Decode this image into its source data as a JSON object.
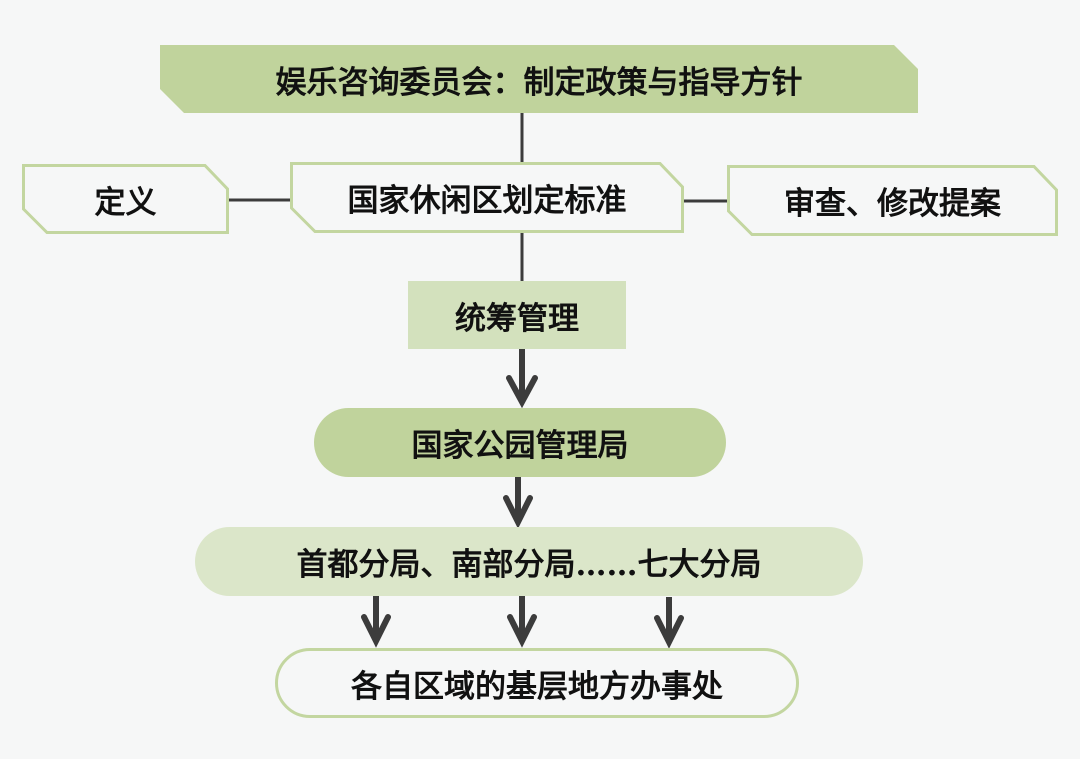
{
  "colors": {
    "background": "#f6f7f7",
    "dark_green_fill": "#c0d39c",
    "mid_green_fill": "#d3e1bd",
    "light_green_fill": "#dbe6c9",
    "outline_green": "#c3d6a0",
    "connector": "#3c3c3c",
    "text": "#111111"
  },
  "nodes": {
    "top": "娱乐咨询委员会：制定政策与指导方针",
    "left": "定义",
    "center": "国家休闲区划定标准",
    "right": "审查、修改提案",
    "coordination": "统筹管理",
    "bureau": "国家公园管理局",
    "branches": "首都分局、南部分局……七大分局",
    "offices": "各自区域的基层地方办事处"
  }
}
